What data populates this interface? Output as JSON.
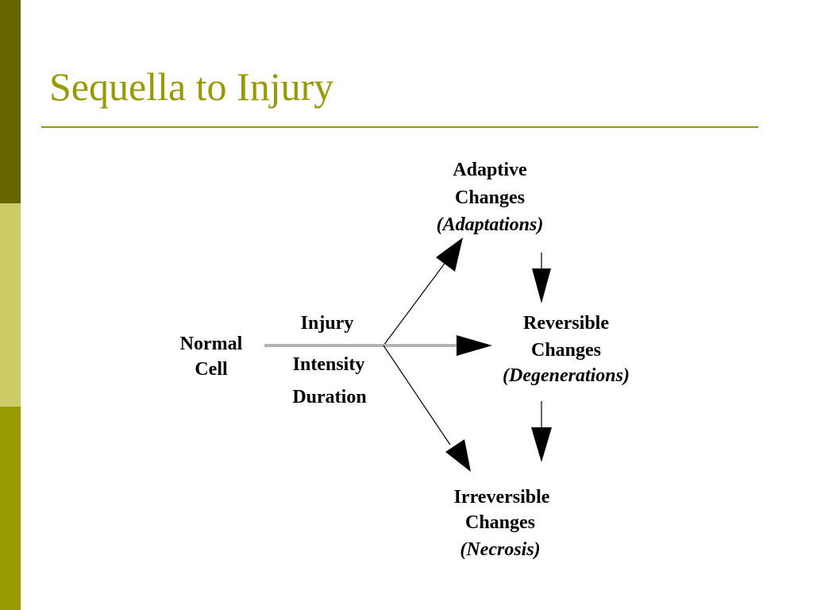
{
  "slide": {
    "title": "Sequella to Injury"
  },
  "diagram": {
    "normal_cell": [
      "Normal",
      "Cell"
    ],
    "injury_labels": [
      "Injury",
      "Intensity",
      "Duration"
    ],
    "adaptive": {
      "lines": [
        "Adaptive",
        "Changes"
      ],
      "note": "(Adaptations)"
    },
    "reversible": {
      "lines": [
        "Reversible",
        "Changes"
      ],
      "note": "(Degenerations)"
    },
    "irreversible": {
      "lines": [
        "Irreversible",
        "Changes"
      ],
      "note": "(Necrosis)"
    }
  },
  "colors": {
    "accent": "#999900",
    "bar_dark": "#666600",
    "bar_light": "#cccc66",
    "injury_line": "#b3b3b3"
  }
}
